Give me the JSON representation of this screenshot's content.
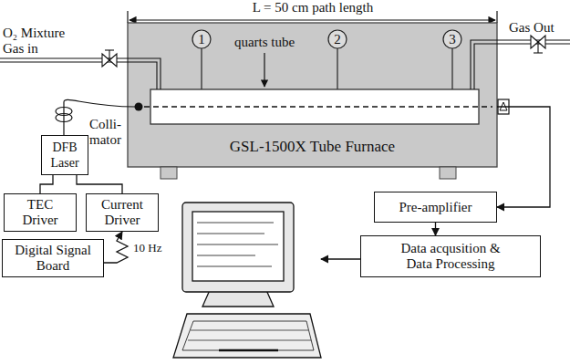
{
  "diagram": {
    "nodes": [
      {
        "text": [
          "GSL-1500X Tube Furnace"
        ]
      },
      {
        "text": [
          "DFB Laser"
        ]
      },
      {
        "text": [
          "TEC Driver"
        ]
      },
      {
        "text": [
          "Current Driver"
        ]
      },
      {
        "text": [
          "Digital Signal Board"
        ]
      },
      {
        "text": [
          "Pre-amplifier"
        ]
      },
      {
        "text": [
          "Data acqusition & Data Processing"
        ]
      }
    ],
    "edges": [
      {
        "from": 2,
        "to": 1,
        "arrow": "none"
      },
      {
        "from": 3,
        "to": 1,
        "arrow": "none"
      },
      {
        "from": 4,
        "to": 3,
        "arrow": "to",
        "label": "10 Hz"
      },
      {
        "from": 0,
        "to": 5,
        "arrow": "to"
      },
      {
        "from": 5,
        "to": 6,
        "arrow": "to"
      }
    ],
    "labels": [
      "L = 50 cm path length",
      "quarts tube",
      "1",
      "2",
      "3",
      "O₂ Mixture Gas in",
      "Gas Out",
      "Colli- mator"
    ]
  }
}
